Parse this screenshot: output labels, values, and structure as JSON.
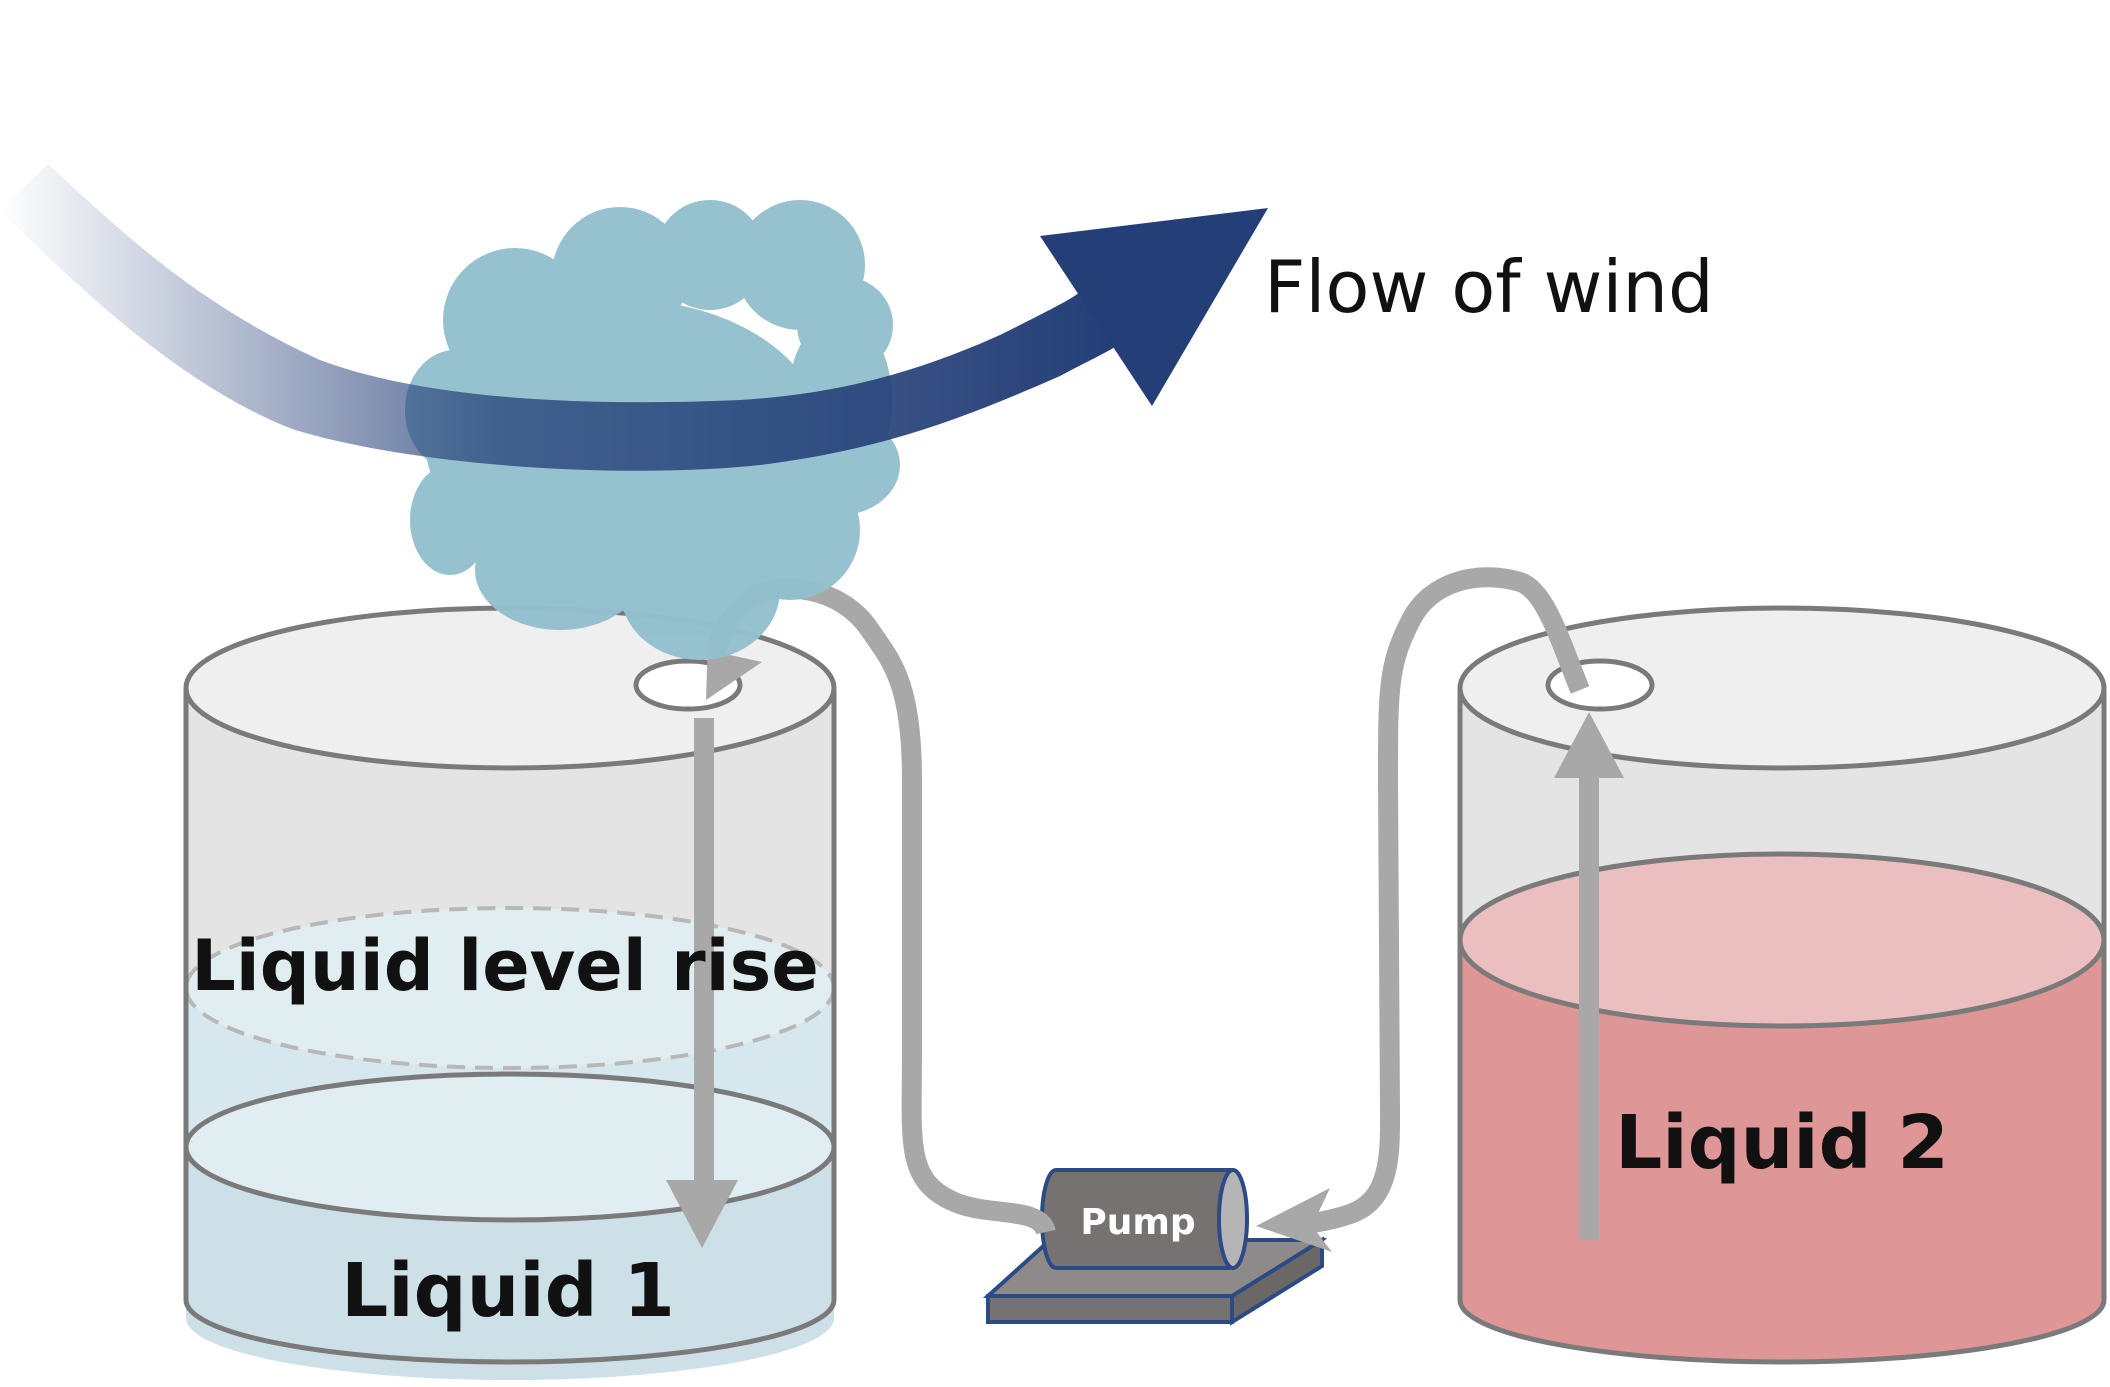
{
  "labels": {
    "wind": "Flow of wind",
    "level_rise": "Liquid level rise",
    "liquid1": "Liquid 1",
    "liquid2": "Liquid 2",
    "pump": "Pump"
  },
  "colors": {
    "cloud": "#93c0cd",
    "wind_arrow": "#243f78",
    "tank_outline": "#7a7a7a",
    "tank_empty": "#e4e4e4",
    "tank_top": "#efefef",
    "liquid1": "#cde0e7",
    "liquid1_surface": "#e0eef2",
    "liquid2": "#df9697",
    "liquid2_surface": "#ebbfc0",
    "pipe": "#a8a8a8",
    "pump_body": "#767272",
    "pump_outline": "#2b4a86"
  }
}
